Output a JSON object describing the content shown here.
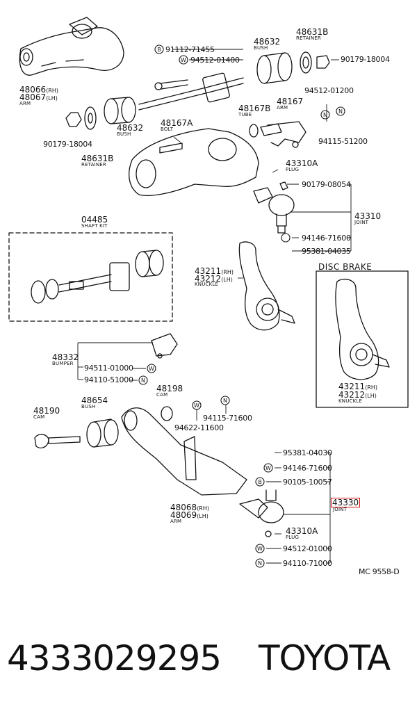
{
  "labels": {
    "p48631b_top": "48631B",
    "p48631b_top_sub": "RETAINER",
    "p48632_top": "48632",
    "p48632_top_sub": "BUSH",
    "p90179_18004_r": "90179-18004",
    "p91112": "91112-71455",
    "p94512_01400": "94512-01400",
    "p48066": "48066",
    "p48066_suf": "(RH)",
    "p48067": "48067",
    "p48067_suf": "(LH)",
    "p4806x_sub": "ARM",
    "p94512_01200": "94512-01200",
    "p48167b": "48167B",
    "p48167b_sub": "TUBE",
    "p48167": "48167",
    "p48167_sub": "ARM",
    "p94115_51200": "94115-51200",
    "p48167a": "48167A",
    "p48167a_sub": "BOLT",
    "p48632_l": "48632",
    "p48632_l_sub": "BUSH",
    "p90179_18004_l": "90179-18004",
    "p48631b_l": "48631B",
    "p48631b_l_sub": "RETAINER",
    "p43310a_top": "43310A",
    "p43310a_top_sub": "PLUG",
    "p90179_08054": "90179-08054",
    "p43310": "43310",
    "p43310_sub": "JOINT",
    "p94146_71600_top": "94146-71600",
    "p95381_04035": "95381-04035",
    "p04485": "04485",
    "p04485_sub": "SHAFT KIT",
    "p43211_m": "43211",
    "p43211_m_suf": "(RH)",
    "p43212_m": "43212",
    "p43212_m_suf": "(LH)",
    "p4321x_m_sub": "KNUCKLE",
    "disc_brake": "DISC BRAKE",
    "p43211_r": "43211",
    "p43211_r_suf": "(RH)",
    "p43212_r": "43212",
    "p43212_r_suf": "(LH)",
    "p4321x_r_sub": "KNUCKLE",
    "p48332": "48332",
    "p48332_sub": "BUMPER",
    "p94511_01000": "94511-01000",
    "p94110_51000": "94110-51000",
    "p48198": "48198",
    "p48198_sub": "CAM",
    "p48190": "48190",
    "p48190_sub": "CAM",
    "p48654": "48654",
    "p48654_sub": "BUSH",
    "p94622_11600": "94622-11600",
    "p94115_71600": "94115-71600",
    "p48068": "48068",
    "p48068_suf": "(RH)",
    "p48069": "48069",
    "p48069_suf": "(LH)",
    "p4806b_sub": "ARM",
    "p95381_04030": "95381-04030",
    "p94146_71600_b": "94146-71600",
    "p90105_10057": "90105-10057",
    "p43330": "43330",
    "p43330_sub": "JOINT",
    "p43310a_b": "43310A",
    "p43310a_b_sub": "PLUG",
    "p94512_01000": "94512-01000",
    "p94110_71000": "94110-71000",
    "mc": "MC 9558-D",
    "sym_b": "B",
    "sym_w": "W",
    "sym_n": "N"
  },
  "footer": {
    "part_number": "4333029295",
    "brand": "TOYOTA"
  },
  "highlight_color": "#dd1111"
}
